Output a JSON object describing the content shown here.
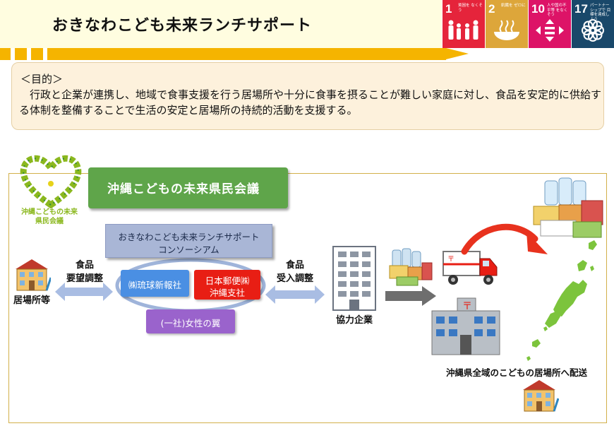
{
  "header": {
    "title": "おきなわこども未来ランチサポート"
  },
  "sdgs": [
    {
      "number": "1",
      "caption": "貧困を なくそう",
      "color": "#e5243b",
      "icon": "people-icon"
    },
    {
      "number": "2",
      "caption": "飢餓を ゼロに",
      "color": "#dda63a",
      "icon": "bowl-icon"
    },
    {
      "number": "10",
      "caption": "人や国の不平等 をなくそう",
      "color": "#dd1367",
      "icon": "equality-icon"
    },
    {
      "number": "17",
      "caption": "パートナーシップで 目標を達成しよう",
      "color": "#19486a",
      "icon": "flower-icon"
    }
  ],
  "purpose": {
    "heading": "＜目的＞",
    "body": "行政と企業が連携し、地域で食事支援を行う居場所や十分に食事を摂ることが難しい家庭に対し、食品を安定的に供給する体制を整備することで生活の安定と居場所の持続的活動を支援する。"
  },
  "diagram": {
    "council_banner": "沖縄こどもの未来県民会議",
    "logo_text_line1": "沖縄こどもの未来",
    "logo_text_line2": "県民会議",
    "consortium_line1": "おきなわこども未来ランチサポート",
    "consortium_line2": "コンソーシアム",
    "member_ryukyu": "㈱琉球新報社",
    "member_post_line1": "日本郵便㈱",
    "member_post_line2": "沖縄支社",
    "member_women": "(一社)女性の翼",
    "ibasho_label": "居場所等",
    "request_line1": "食品",
    "request_line2": "要望調整",
    "intake_line1": "食品",
    "intake_line2": "受入調整",
    "partner_label": "協力企業",
    "delivery_label": "沖縄県全域のこどもの居場所へ配送"
  },
  "colors": {
    "accent_yellow": "#f5b400",
    "council_green": "#5fa54a",
    "ryukyu_blue": "#4a8fe3",
    "post_red": "#e81e14",
    "women_purple": "#9a63cc",
    "arrow_blue": "#a9bde3",
    "okinawa_green": "#7cc43c"
  }
}
